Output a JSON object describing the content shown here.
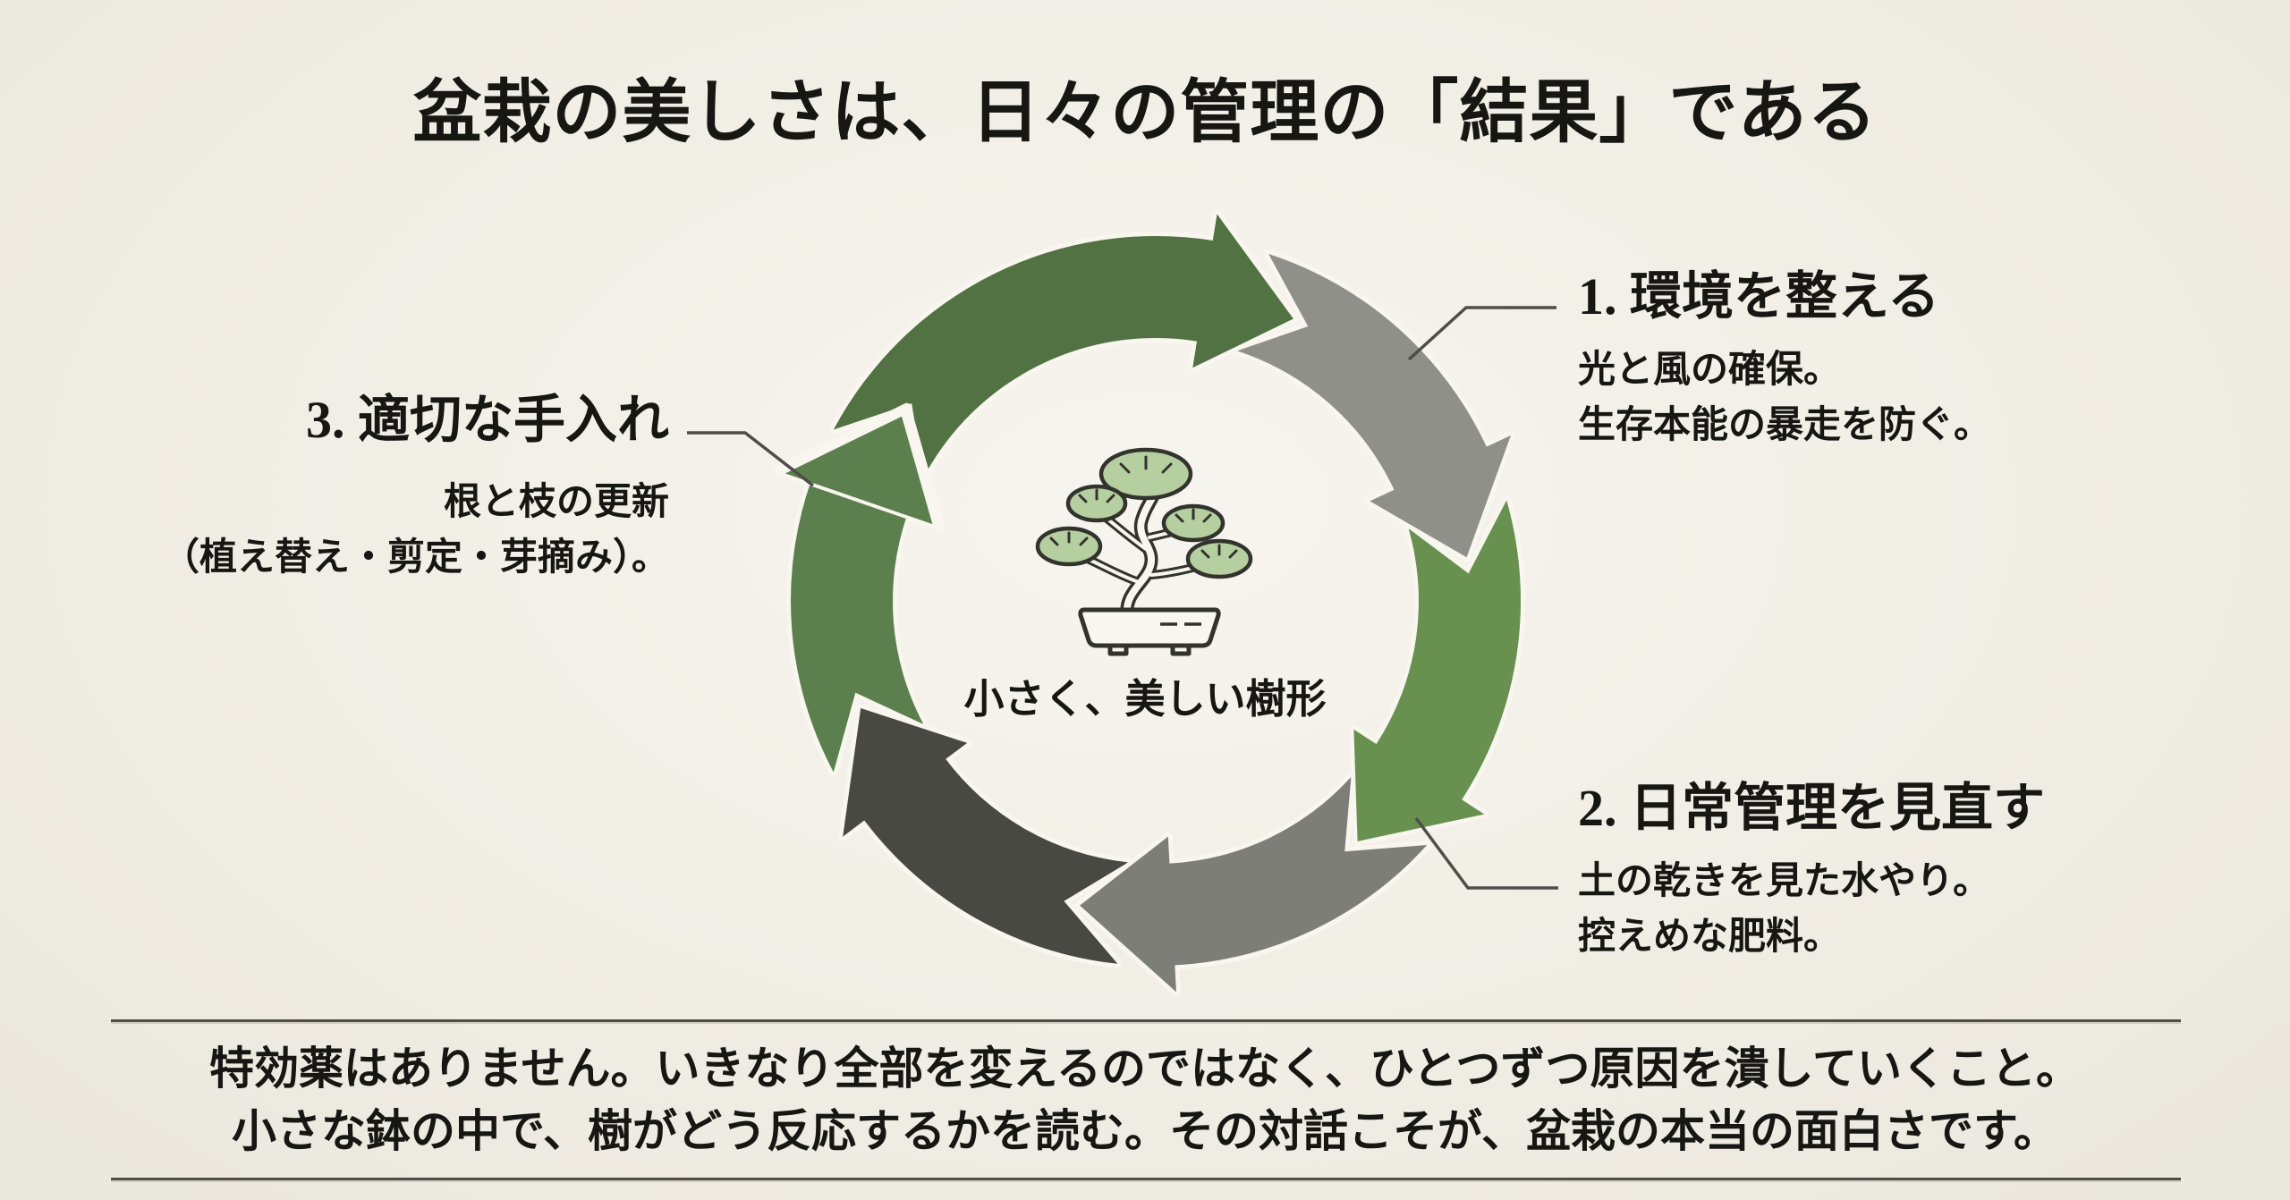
{
  "title": "盆栽の美しさは、日々の管理の「結果」である",
  "center": {
    "icon": "bonsai-icon",
    "caption": "小さく、美しい樹形"
  },
  "steps": [
    {
      "title": "1. 環境を整える",
      "lines": [
        "光と風の確保。",
        "生存本能の暴走を防ぐ。"
      ]
    },
    {
      "title": "2. 日常管理を見直す",
      "lines": [
        "土の乾きを見た水やり。",
        "控えめな肥料。"
      ]
    },
    {
      "title": "3. 適切な手入れ",
      "lines": [
        "根と枝の更新",
        "（植え替え・剪定・芽摘み）。"
      ]
    }
  ],
  "footer": {
    "lines": [
      "特効薬はありません。いきなり全部を変えるのではなく、ひとつずつ原因を潰していくこと。",
      "小さな鉢の中で、樹がどう反応するかを読む。その対話こそが、盆栽の本当の面白さです。"
    ]
  },
  "colors": {
    "background": "#f4f1e8",
    "paper_gap": "#f8f6ee",
    "ink": "#161613",
    "line": "#4e4e48",
    "green_top": "#527243",
    "green_right": "#68904f",
    "green_left": "#5c7f4e",
    "gray_light": "#8f908a",
    "gray_mid": "#7d7e78",
    "charcoal": "#484943",
    "bonsai_leaf": "#b6cfa1",
    "bonsai_outline": "#33332d"
  },
  "cycle": {
    "direction": "clockwise",
    "segments": [
      {
        "name": "cycle-arrow-top",
        "color_key": "green_top",
        "tail": 298,
        "apex": 309,
        "head": 26
      },
      {
        "name": "cycle-arrow-upper-right",
        "color_key": "gray_light",
        "tail": 18,
        "apex": 29,
        "head": 82
      },
      {
        "name": "cycle-arrow-right",
        "color_key": "green_right",
        "tail": 74,
        "apex": 85,
        "head": 140
      },
      {
        "name": "cycle-arrow-bottom",
        "color_key": "gray_mid",
        "tail": 132,
        "apex": 143,
        "head": 194
      },
      {
        "name": "cycle-arrow-lower-left",
        "color_key": "charcoal",
        "tail": 186,
        "apex": 197,
        "head": 250
      },
      {
        "name": "cycle-arrow-left",
        "color_key": "green_left",
        "tail": 242,
        "apex": 253,
        "head": 306
      }
    ]
  }
}
